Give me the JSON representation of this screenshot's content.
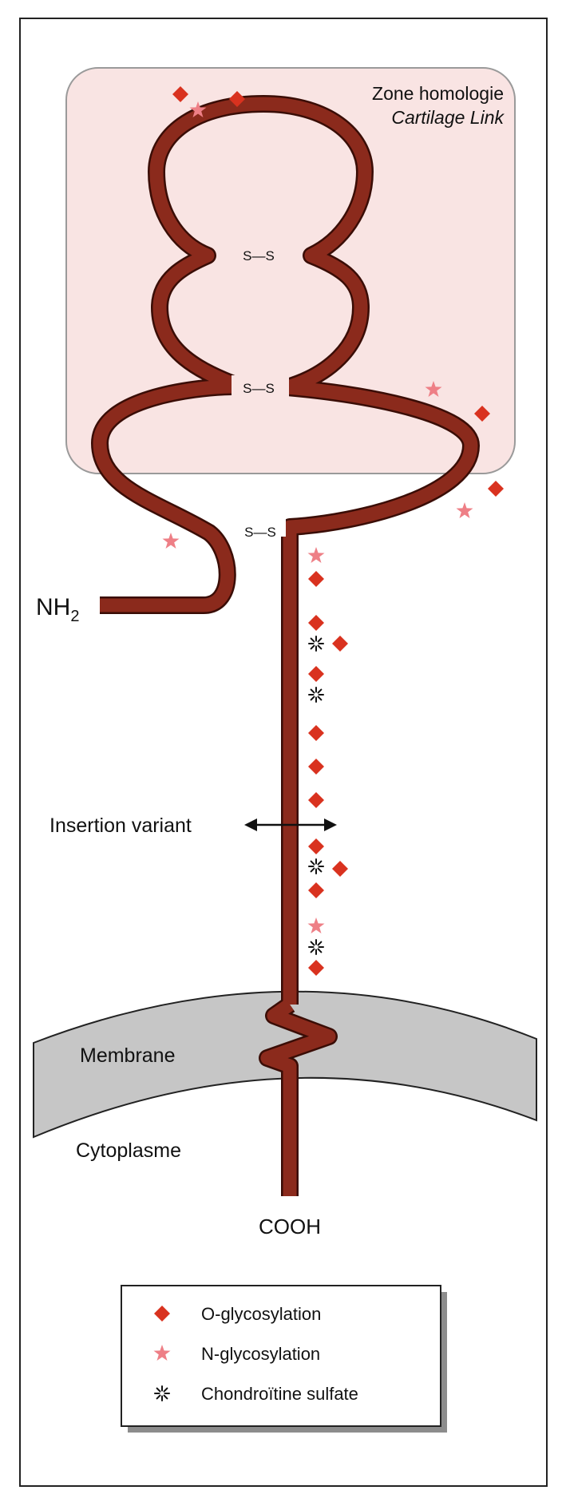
{
  "zone": {
    "title_line1": "Zone homologie",
    "title_line2": "Cartilage Link"
  },
  "disulfide_label": "S—S",
  "terminals": {
    "n_term": "NH",
    "n_term_sub": "2",
    "c_term": "COOH"
  },
  "labels": {
    "insertion_variant": "Insertion variant",
    "membrane": "Membrane",
    "cytoplasm": "Cytoplasme"
  },
  "legend": {
    "o_glyco": "O-glycosylation",
    "n_glyco": "N-glycosylation",
    "chondroitin": "Chondroïtine sulfate"
  },
  "colors": {
    "chain": "#8b2a1c",
    "o_glyco": "#d9321f",
    "n_glyco": "#ee7f86",
    "zone_fill": "#f9e4e3",
    "membrane": "#c6c6c6"
  }
}
